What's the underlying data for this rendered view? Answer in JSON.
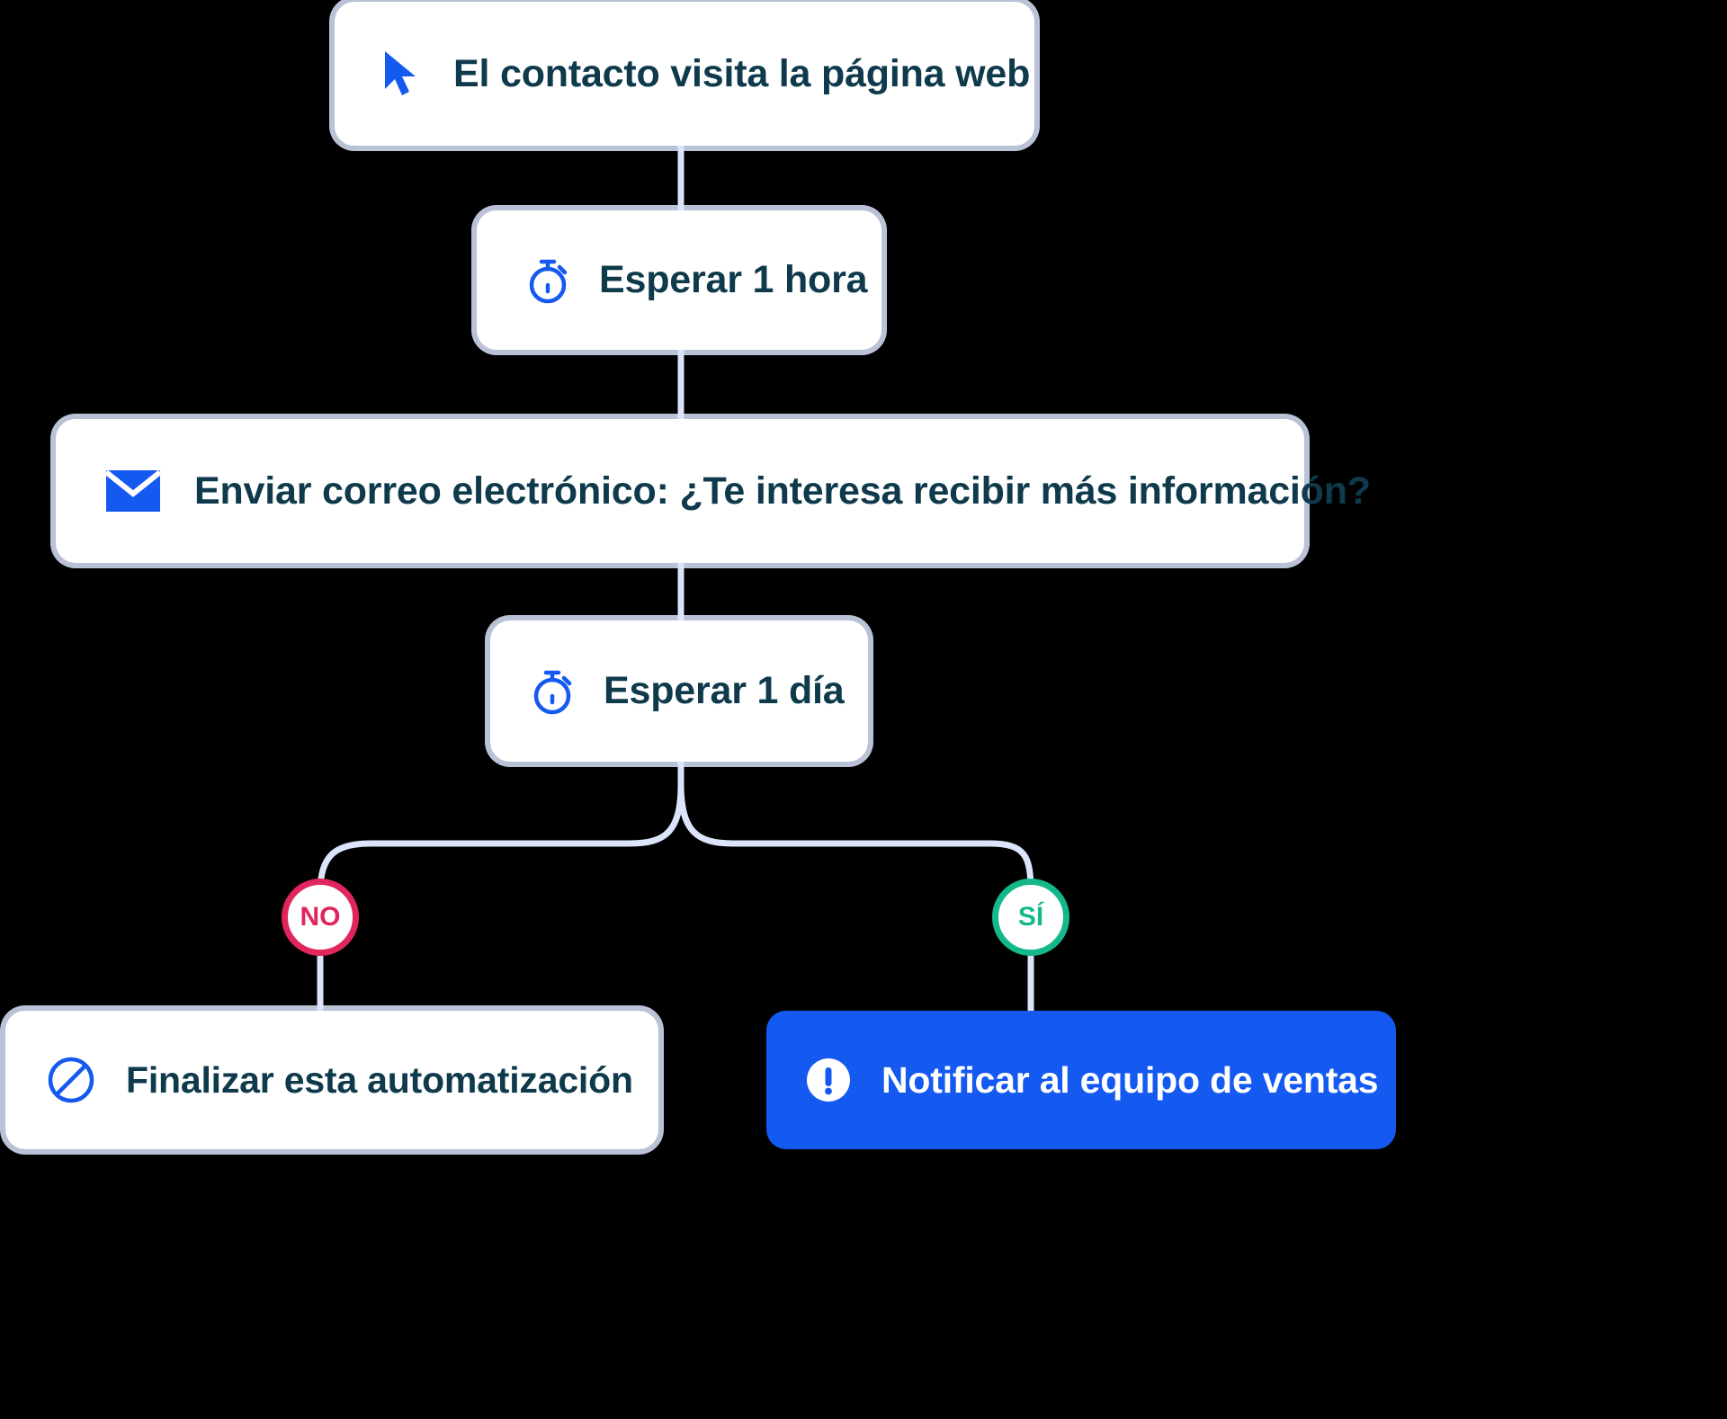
{
  "diagram": {
    "title": "Automatizacion de marketing - flujo",
    "background_color": "#000000",
    "card_background": "#ffffff",
    "accent_color": "#1459F0",
    "text_color": "#0E3A4C",
    "connector_color": "#dbe4fb",
    "no_color": "#E0265C",
    "yes_color": "#14B88A"
  },
  "nodes": {
    "visit": {
      "label": "El contacto visita la página web",
      "icon": "cursor-arrow-icon"
    },
    "wait_hour": {
      "label": "Esperar 1 hora",
      "icon": "stopwatch-icon"
    },
    "email": {
      "label": "Enviar correo electrónico: ¿Te interesa recibir más información?",
      "icon": "envelope-icon"
    },
    "wait_day": {
      "label": "Esperar 1 día",
      "icon": "stopwatch-icon"
    },
    "end_automation": {
      "label": "Finalizar esta automatización",
      "icon": "prohibited-icon"
    },
    "notify_sales": {
      "label": "Notificar al equipo de ventas",
      "icon": "exclamation-circle-icon"
    }
  },
  "branches": {
    "no": {
      "label": "NO"
    },
    "yes": {
      "label": "SÍ"
    }
  }
}
